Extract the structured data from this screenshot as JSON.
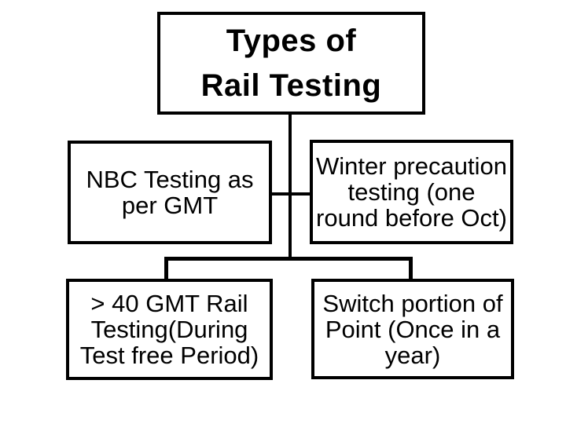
{
  "slide": {
    "title": {
      "lines": [
        "Types of",
        "Rail Testing"
      ]
    },
    "boxes": [
      {
        "name": "nbc-testing",
        "lines": [
          "NBC Testing as",
          "per GMT"
        ]
      },
      {
        "name": "winter-precaution",
        "lines": [
          "Winter precaution",
          "testing (one",
          "round before Oct)"
        ]
      },
      {
        "name": "gmt40-rail-testing",
        "lines": [
          "> 40 GMT Rail",
          "Testing(During",
          "Test free Period)"
        ]
      },
      {
        "name": "switch-portion",
        "lines": [
          "Switch portion of",
          "Point (Once in a",
          "year)"
        ]
      }
    ]
  },
  "colors": {
    "background": "#ffffff",
    "box_fill": "#ffffff",
    "box_border": "#000000",
    "text": "#000000",
    "connector": "#000000"
  }
}
